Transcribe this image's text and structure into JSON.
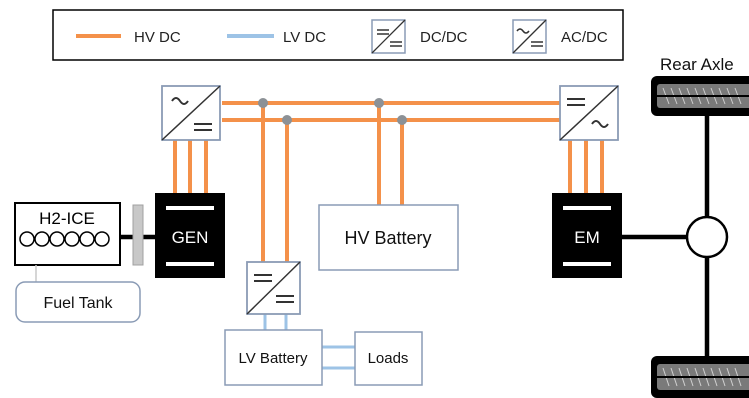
{
  "legend": {
    "hv_dc": "HV DC",
    "lv_dc": "LV DC",
    "dc_dc": "DC/DC",
    "ac_dc": "AC/DC"
  },
  "components": {
    "h2_ice": "H2-ICE",
    "fuel_tank": "Fuel Tank",
    "gen": "GEN",
    "hv_battery": "HV Battery",
    "lv_battery": "LV Battery",
    "loads": "Loads",
    "em": "EM",
    "rear_axle": "Rear Axle"
  },
  "colors": {
    "hv_line": "#f4914a",
    "lv_line": "#9dc3e6",
    "box_border": "#8a9bb5",
    "machine_fill": "#000000",
    "junction": "#8c9196",
    "coupling": "#c8c8c8"
  }
}
